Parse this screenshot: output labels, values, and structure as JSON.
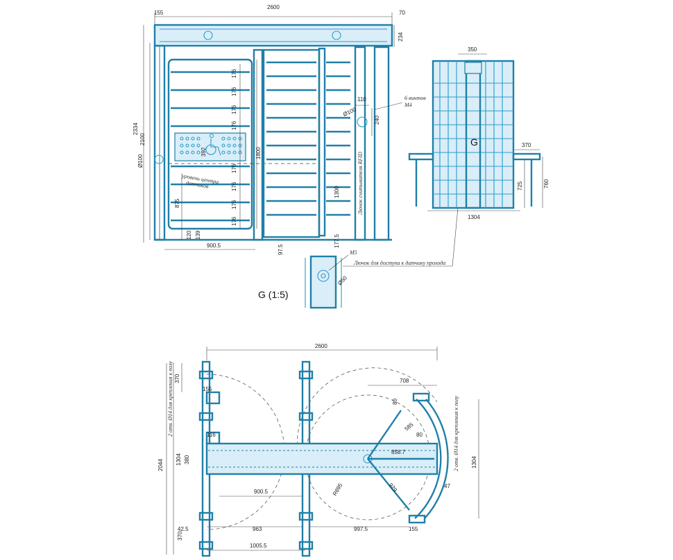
{
  "front_view": {
    "dims": {
      "top_width": "2600",
      "left_offset": "155",
      "right_offset": "70",
      "beam_height": "234",
      "total_height": "2334",
      "inner_height": "2100",
      "sensor_dia": "Ø100",
      "sensor_dia_right": "Ø100",
      "icon_size": "392",
      "bar_spacing": [
        "176",
        "176",
        "176",
        "176",
        "176",
        "176",
        "176",
        "176"
      ],
      "gate_height": "1800",
      "reader_height": "1300",
      "low_875": "875",
      "low_120": "120",
      "low_139": "139",
      "bottom_900": "900.5",
      "bottom_97": "97.5",
      "bottom_177": "177.5",
      "width_110": "110",
      "height_240": "240"
    },
    "notes": {
      "screws": "6 винтов",
      "screws2": "M4",
      "sensor_level": "уровень центра",
      "sensor_level2": "датчиков",
      "rfid": "Лючок считывателя RFID"
    }
  },
  "side_view": {
    "dims": {
      "top": "350",
      "arm": "370",
      "h725": "725",
      "h760": "760",
      "width": "1304"
    },
    "label": "G",
    "note": "Лючок для доступа к датчику прохода"
  },
  "detail_g": {
    "title": "G (1:5)",
    "m5": "M5",
    "dia": "Ø50"
  },
  "plan_view": {
    "dims": {
      "top": "2600",
      "left_370_top": "370",
      "left_155": "155",
      "left_116": "116",
      "left_380": "380",
      "left_1304": "1304",
      "left_2044": "2044",
      "left_370_bottom": "370",
      "left_42": "42.5",
      "mid_900": "900.5",
      "bottom_963": "963",
      "bottom_997": "997.5",
      "bottom_155": "155",
      "bottom_1005": "1005.5",
      "r_708": "708",
      "r_80": "80",
      "r_80b": "80",
      "r_585": "585",
      "r_858": "858.7",
      "r_929": "929",
      "r_47": "47",
      "r_1304": "1304",
      "diag_895": "R895"
    },
    "notes": {
      "holes_left": "2 отв. Ø14 для крепления к полу",
      "holes_right": "2 отв. Ø14 для крепления к полу"
    }
  },
  "colors": {
    "frame": "#1f7fa8",
    "light": "#d9eef8",
    "text": "#222222"
  }
}
